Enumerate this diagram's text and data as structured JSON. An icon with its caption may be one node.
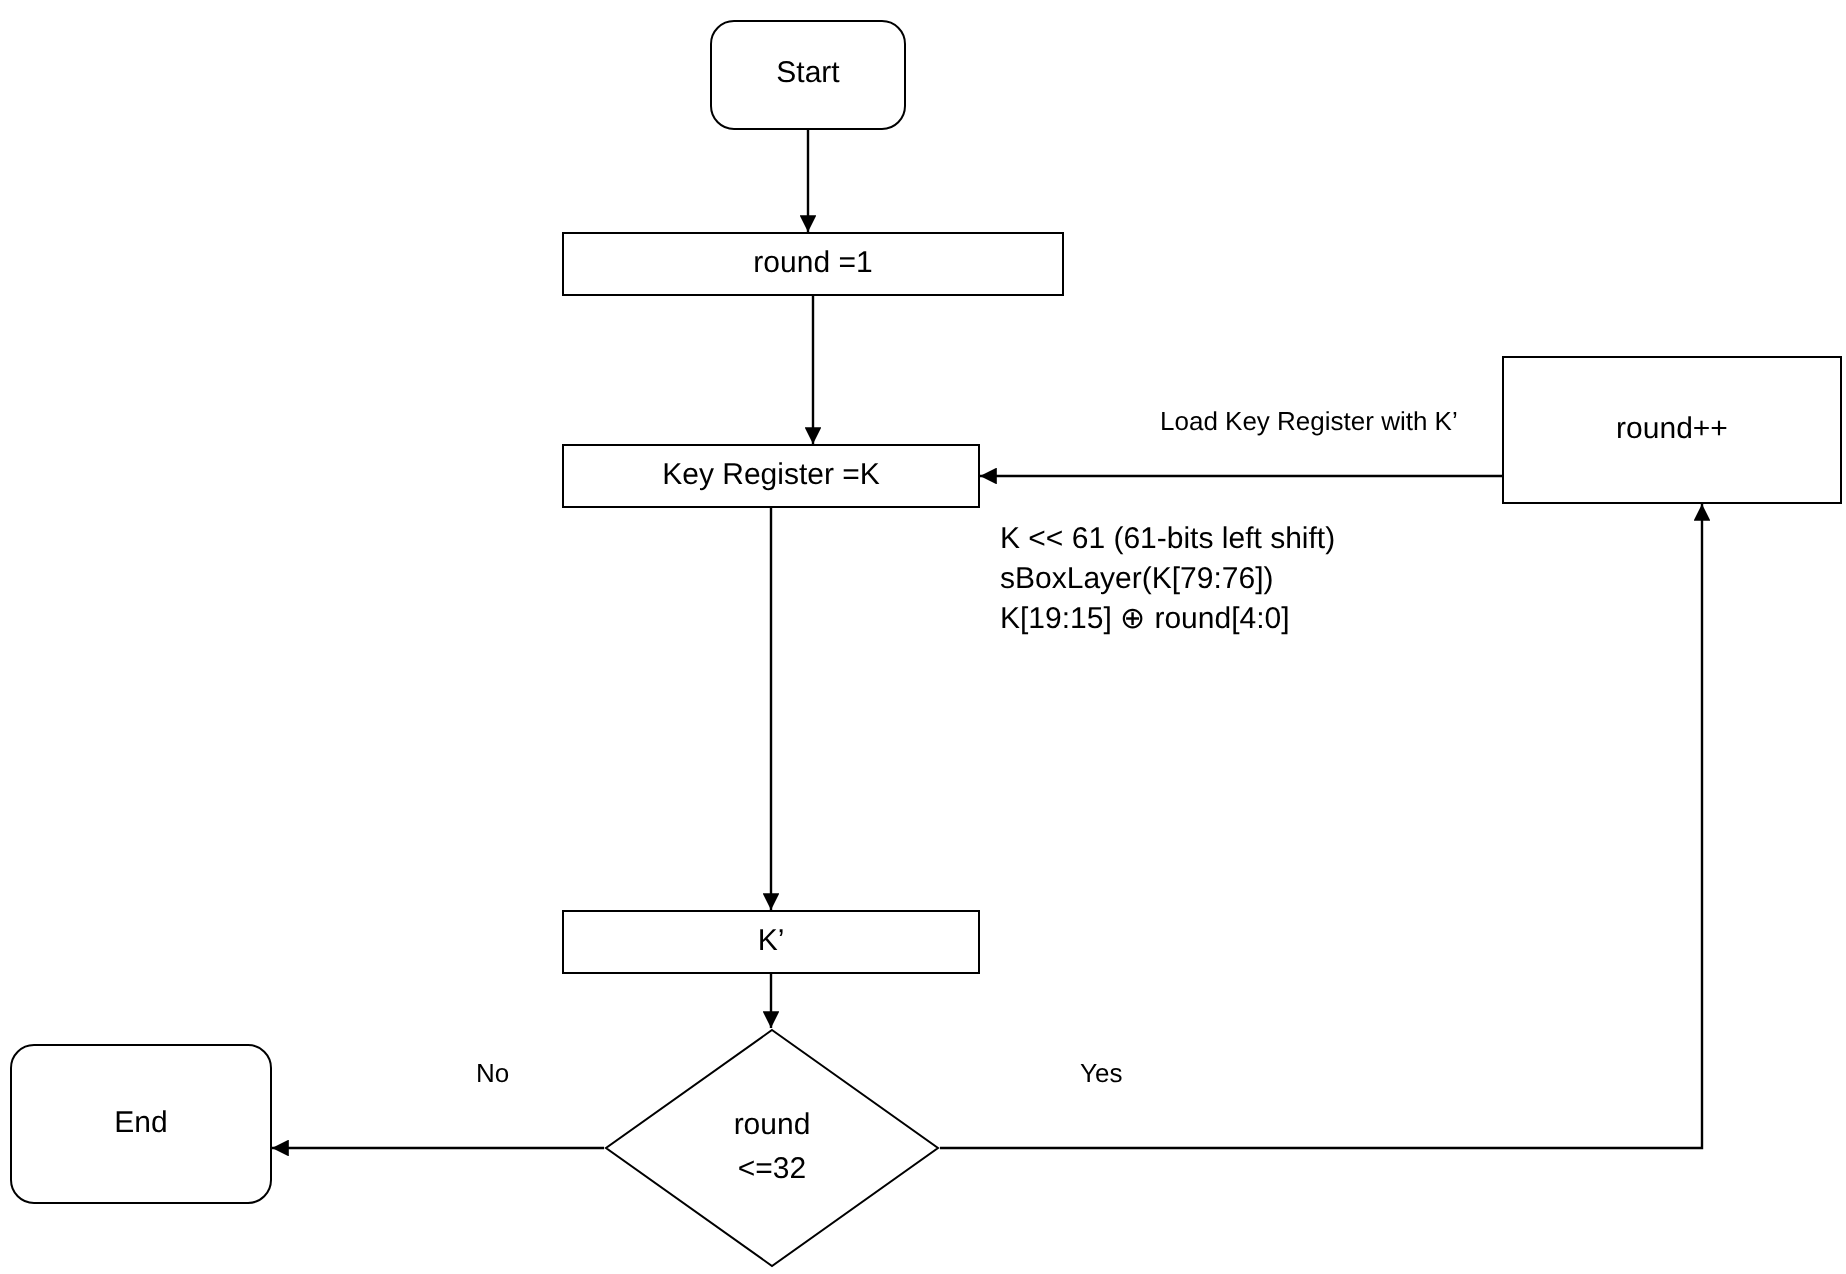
{
  "diagram": {
    "nodes": [
      {
        "text": [
          "Start"
        ]
      },
      {
        "text": [
          "round =1"
        ]
      },
      {
        "text": [
          "Key Register =K"
        ]
      },
      {
        "text": [
          "K’"
        ]
      },
      {
        "text": [
          "round <=32"
        ]
      },
      {
        "text": [
          "End"
        ]
      },
      {
        "text": [
          "round++"
        ]
      }
    ],
    "edges": [
      {
        "from": 0,
        "to": 1,
        "arrow": "to"
      },
      {
        "from": 1,
        "to": 2,
        "arrow": "to"
      },
      {
        "from": 2,
        "to": 3,
        "arrow": "to"
      },
      {
        "from": 3,
        "to": 4,
        "arrow": "to"
      },
      {
        "from": 4,
        "to": 5,
        "arrow": "to",
        "label": "No"
      },
      {
        "from": 4,
        "to": 6,
        "arrow": "to",
        "label": "Yes"
      },
      {
        "from": 6,
        "to": 2,
        "arrow": "to",
        "label": "Load Key Register with K’"
      }
    ],
    "labels": [
      "K << 61 (61-bits left shift)",
      "sBoxLayer(K[79:76])",
      "K[19:15] ⊕ round[4:0]"
    ]
  }
}
